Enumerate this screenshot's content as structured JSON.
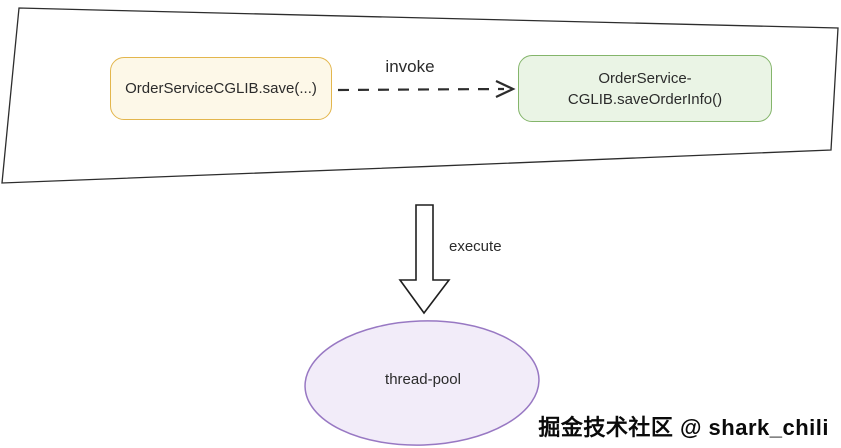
{
  "diagram": {
    "caller_box": {
      "label": "OrderServiceCGLIB.save(...)"
    },
    "callee_box": {
      "line1": "OrderService-",
      "line2": "CGLIB.saveOrderInfo()"
    },
    "invoke_label": "invoke",
    "execute_label": "execute",
    "thread_pool_label": "thread-pool",
    "watermark": "掘金技术社区 @ shark_chili"
  },
  "colors": {
    "caller_border": "#e3b64d",
    "caller_fill": "#fdf8e8",
    "callee_border": "#84b56b",
    "callee_fill": "#eaf4e5",
    "ellipse_border": "#9878c3",
    "ellipse_fill": "#f2ecf9",
    "line_stroke": "#2d2d2d"
  }
}
